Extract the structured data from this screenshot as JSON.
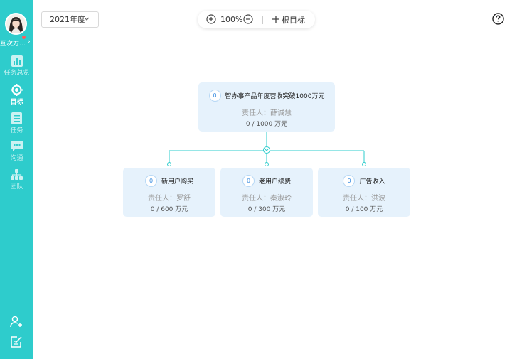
{
  "sidebar": {
    "user_name": "互次方…",
    "nav": [
      {
        "icon": "chart-icon",
        "label": "任务总览",
        "active": false
      },
      {
        "icon": "target-icon",
        "label": "目标",
        "active": true
      },
      {
        "icon": "list-icon",
        "label": "任务",
        "active": false
      },
      {
        "icon": "chat-icon",
        "label": "沟通",
        "active": false
      },
      {
        "icon": "team-icon",
        "label": "团队",
        "active": false
      }
    ],
    "bottom_icons": [
      "add-member-icon",
      "edit-icon"
    ]
  },
  "toolbar": {
    "year": "2021年度",
    "zoom": "100%",
    "root_goal_label": "根目标"
  },
  "colors": {
    "sidebar": "#2ecccc",
    "card_bg": "#e6f2fc",
    "connector": "#2ecccc",
    "badge_text": "#3a8de0"
  },
  "goals": {
    "root": {
      "badge": "0",
      "title": "智办事产品年度营收突破1000万元",
      "owner": "责任人：薛诚慧",
      "progress": "0 / 1000 万元"
    },
    "children": [
      {
        "badge": "0",
        "title": "新用户购买",
        "owner": "责任人：罗舒",
        "progress": "0 / 600 万元"
      },
      {
        "badge": "0",
        "title": "老用户续费",
        "owner": "责任人：秦淑玲",
        "progress": "0 / 300 万元"
      },
      {
        "badge": "0",
        "title": "广告收入",
        "owner": "责任人：洪波",
        "progress": "0 / 100 万元"
      }
    ]
  }
}
